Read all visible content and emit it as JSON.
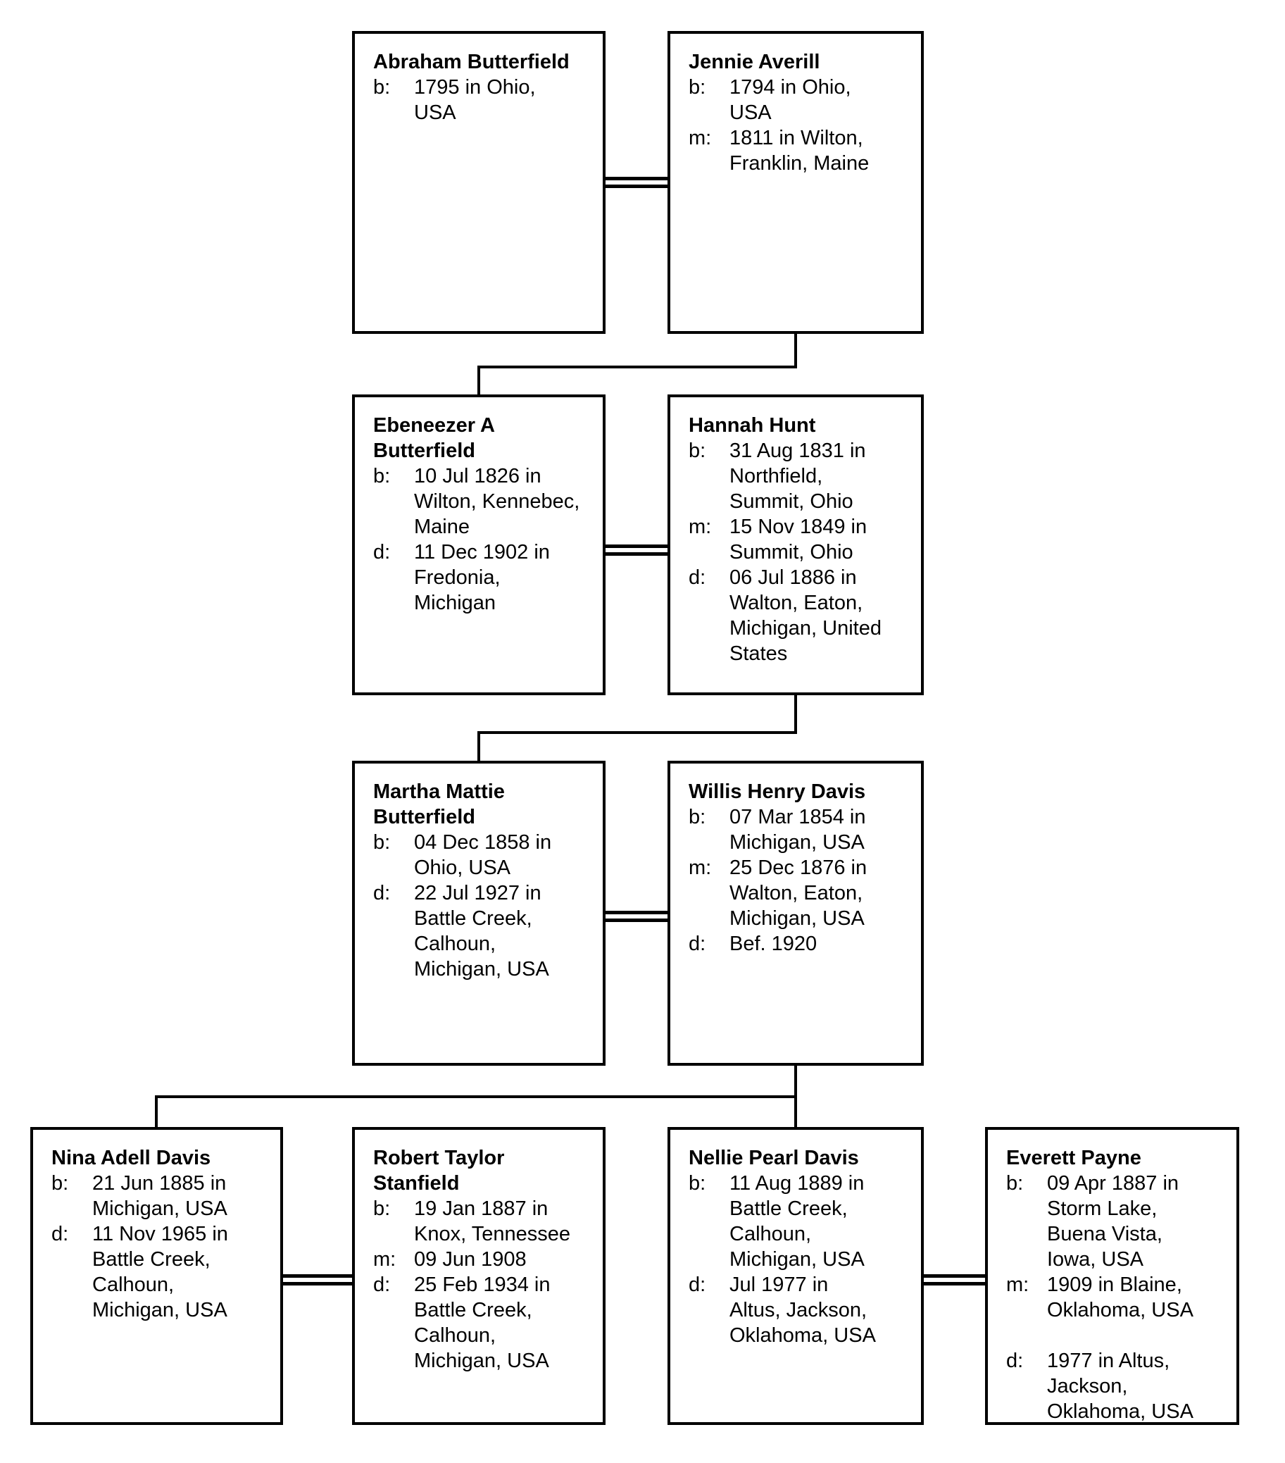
{
  "page": {
    "background_color": "#ffffff",
    "line_color": "#000000",
    "diagram_type": "family-tree-pedigree"
  },
  "people": [
    {
      "id": "abraham-butterfield",
      "name": "Abraham Butterfield",
      "details": [
        {
          "label": "b:",
          "text": "1795 in Ohio,\nUSA"
        }
      ]
    },
    {
      "id": "jennie-averill",
      "name": "Jennie Averill",
      "details": [
        {
          "label": "b:",
          "text": "1794 in Ohio,\nUSA"
        },
        {
          "label": "m:",
          "text": "1811 in Wilton,\nFranklin, Maine"
        }
      ]
    },
    {
      "id": "ebeneezer-a-butterfield",
      "name": "Ebeneezer A\nButterfield",
      "details": [
        {
          "label": "b:",
          "text": "10 Jul 1826 in\nWilton, Kennebec,\nMaine"
        },
        {
          "label": "d:",
          "text": "11 Dec 1902 in\nFredonia,\nMichigan"
        }
      ]
    },
    {
      "id": "hannah-hunt",
      "name": "Hannah Hunt",
      "details": [
        {
          "label": "b:",
          "text": "31 Aug 1831 in\nNorthfield,\nSummit, Ohio"
        },
        {
          "label": "m:",
          "text": "15 Nov 1849 in\nSummit, Ohio"
        },
        {
          "label": "d:",
          "text": "06 Jul 1886 in\nWalton, Eaton,\nMichigan, United\nStates"
        }
      ]
    },
    {
      "id": "martha-mattie-butterfield",
      "name": "Martha Mattie\nButterfield",
      "details": [
        {
          "label": "b:",
          "text": "04 Dec 1858 in\nOhio, USA"
        },
        {
          "label": "d:",
          "text": "22 Jul 1927 in\nBattle Creek,\nCalhoun,\nMichigan, USA"
        }
      ]
    },
    {
      "id": "willis-henry-davis",
      "name": "Willis Henry Davis",
      "details": [
        {
          "label": "b:",
          "text": "07 Mar 1854 in\nMichigan, USA"
        },
        {
          "label": "m:",
          "text": "25 Dec 1876 in\nWalton, Eaton,\nMichigan, USA"
        },
        {
          "label": "d:",
          "text": "Bef. 1920"
        }
      ]
    },
    {
      "id": "nina-adell-davis",
      "name": "Nina Adell Davis",
      "details": [
        {
          "label": "b:",
          "text": "21 Jun 1885 in\nMichigan, USA"
        },
        {
          "label": "d:",
          "text": "11 Nov 1965 in\nBattle Creek,\nCalhoun,\nMichigan, USA"
        }
      ]
    },
    {
      "id": "robert-taylor-stanfield",
      "name": "Robert Taylor\nStanfield",
      "details": [
        {
          "label": "b:",
          "text": "19 Jan 1887 in\nKnox, Tennessee"
        },
        {
          "label": "m:",
          "text": "09 Jun 1908"
        },
        {
          "label": "d:",
          "text": "25 Feb 1934 in\nBattle Creek,\nCalhoun,\nMichigan, USA"
        }
      ]
    },
    {
      "id": "nellie-pearl-davis",
      "name": "Nellie Pearl Davis",
      "details": [
        {
          "label": "b:",
          "text": "11 Aug 1889 in\nBattle Creek,\nCalhoun,\nMichigan, USA"
        },
        {
          "label": "d:",
          "text": "Jul 1977 in\nAltus, Jackson,\nOklahoma, USA"
        }
      ]
    },
    {
      "id": "everett-payne",
      "name": "Everett Payne",
      "details": [
        {
          "label": "b:",
          "text": "09 Apr 1887 in\nStorm Lake,\nBuena Vista,\nIowa, USA"
        },
        {
          "label": "m:",
          "text": "1909 in Blaine,\nOklahoma, USA"
        },
        {
          "label": "",
          "text": ""
        },
        {
          "label": "d:",
          "text": "1977 in Altus,\nJackson,\nOklahoma, USA"
        }
      ]
    }
  ]
}
